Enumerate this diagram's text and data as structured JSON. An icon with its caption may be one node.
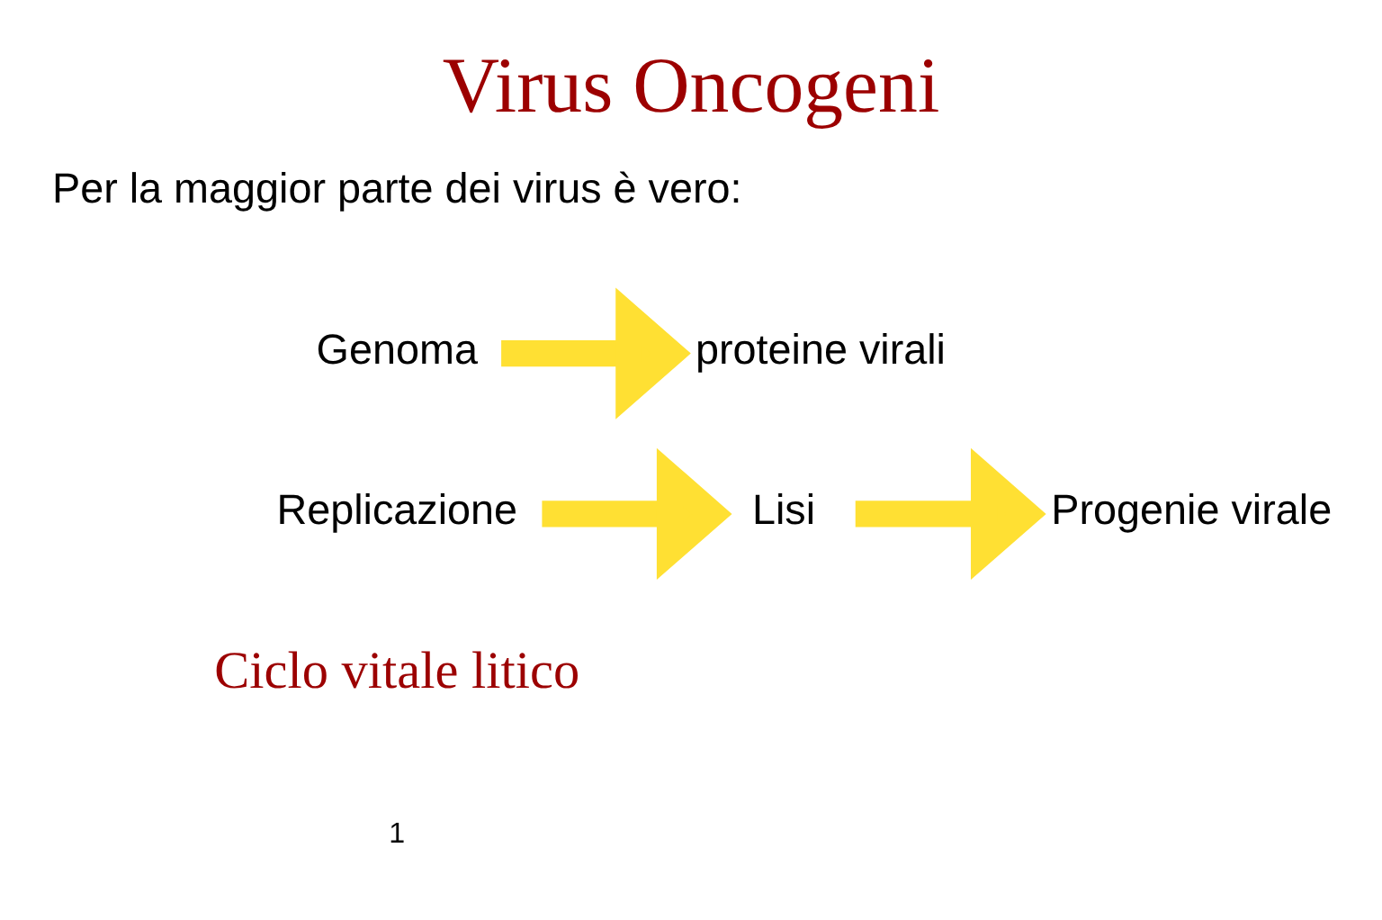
{
  "diagram": {
    "title": "Virus Oncogeni",
    "nodes": [
      {
        "text": [
          "Genoma"
        ]
      },
      {
        "text": [
          "proteine virali"
        ]
      },
      {
        "text": [
          "Replicazione"
        ]
      },
      {
        "text": [
          "Lisi"
        ]
      },
      {
        "text": [
          "Progenie virale"
        ]
      }
    ],
    "edges": [
      {
        "from": 0,
        "to": 1,
        "arrow": "to"
      },
      {
        "from": 2,
        "to": 3,
        "arrow": "to"
      },
      {
        "from": 3,
        "to": 4,
        "arrow": "to"
      }
    ],
    "labels": [
      "Per la maggior parte dei virus è vero:",
      "Ciclo vitale litico",
      "1"
    ]
  }
}
